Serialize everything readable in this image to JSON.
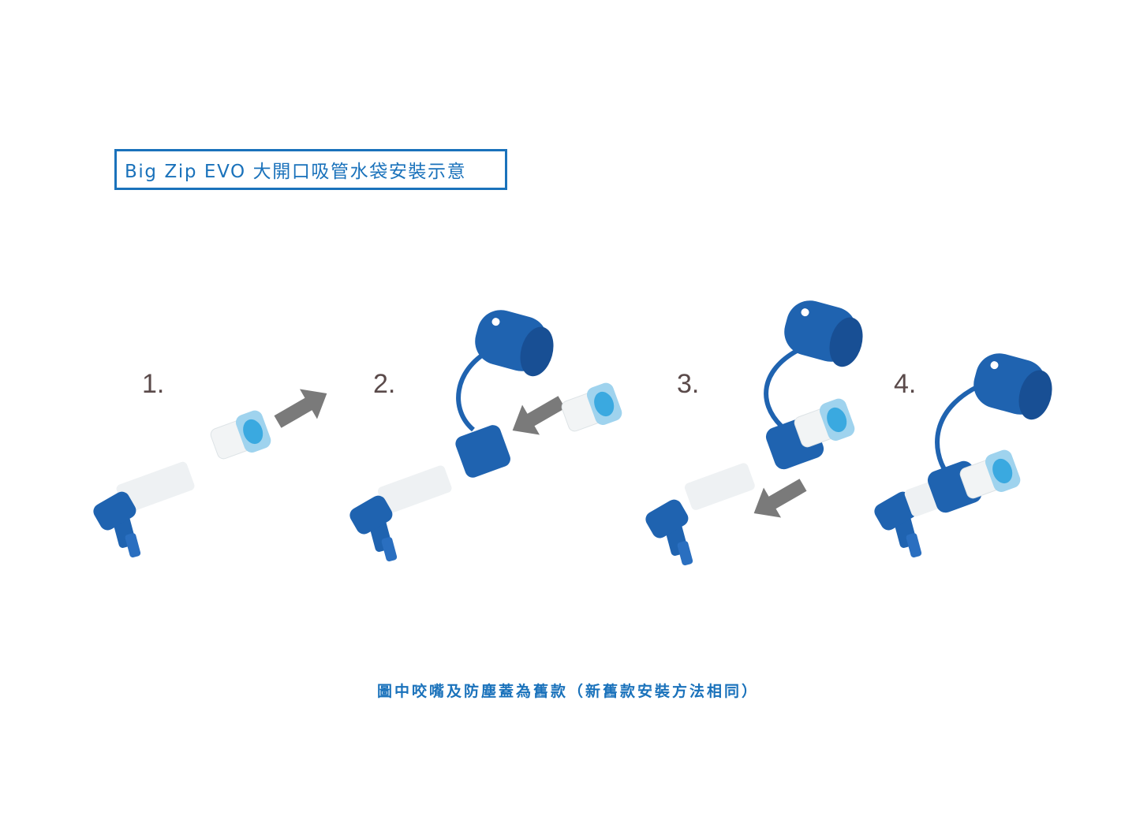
{
  "title": "Big Zip EVO 大開口吸管水袋安裝示意",
  "steps": [
    "1.",
    "2.",
    "3.",
    "4."
  ],
  "caption": "圖中咬嘴及防塵蓋為舊款（新舊款安裝方法相同）",
  "colors": {
    "brand_blue": "#1a72bb",
    "part_blue": "#1f63b0",
    "arrow_gray": "#7a7a7a"
  }
}
